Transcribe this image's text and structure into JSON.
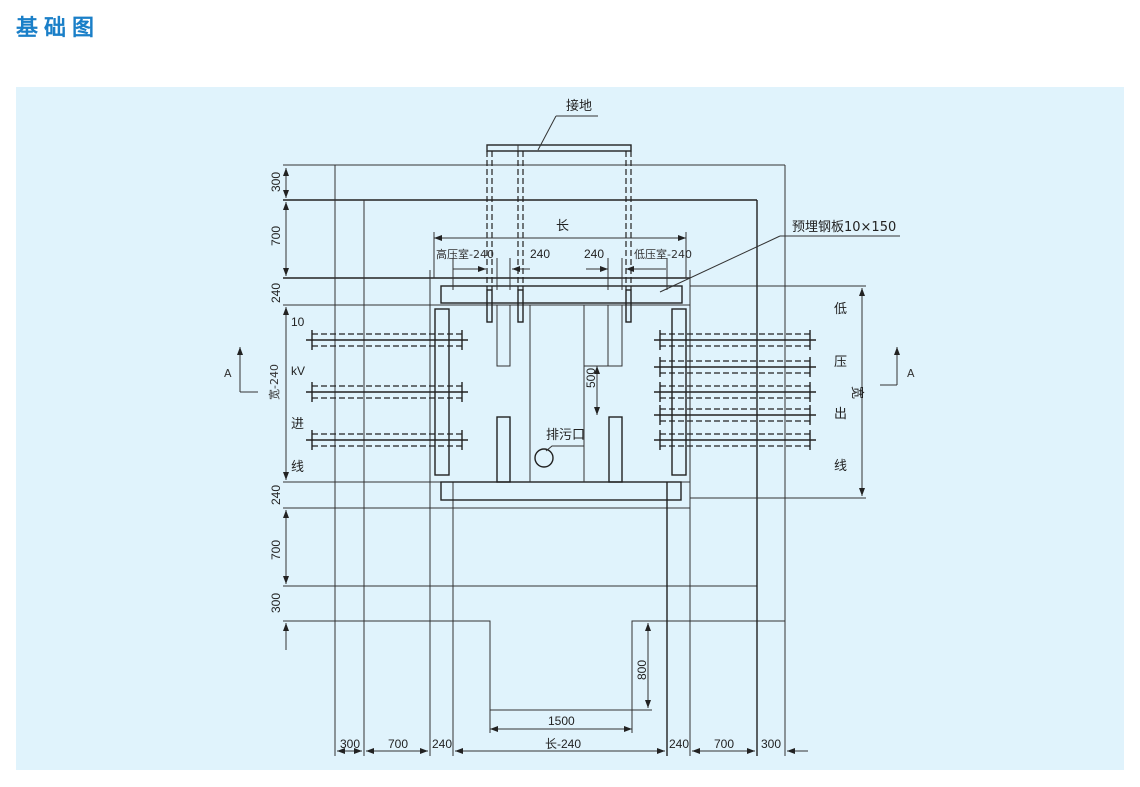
{
  "title": "基础图",
  "labels": {
    "grounding": "接地",
    "steel_plate": "预埋钢板10×150",
    "length": "长",
    "hv_room": "高压室-240",
    "lv_room": "低压室-240",
    "d240a": "240",
    "d240b": "240",
    "d500": "500",
    "drain": "排污口",
    "width_minus": "宽-240",
    "width": "宽",
    "d1500": "1500",
    "d800": "800",
    "section_left": "A",
    "section_right": "A"
  },
  "left_dims": [
    "300",
    "700",
    "240",
    "240",
    "700",
    "300"
  ],
  "bottom_dims": [
    "300",
    "700",
    "240",
    "长-240",
    "240",
    "700",
    "300"
  ],
  "hv_in": [
    "10",
    "kV",
    "进",
    "线"
  ],
  "lv_out": [
    "低",
    "压",
    "出",
    "线"
  ]
}
